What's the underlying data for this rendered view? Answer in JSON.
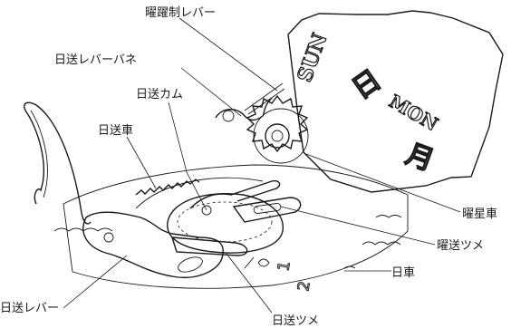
{
  "labels": {
    "day_lever": "曜躍制レバー",
    "date_lever_spring": "日送レバーバネ",
    "date_cam": "日送カム",
    "date_wheel_drive": "日送車",
    "day_star_wheel": "曜星車",
    "day_pawl": "曜送ツメ",
    "date_disc": "日車",
    "date_lever": "日送レバー",
    "date_pawl": "日送ツメ"
  },
  "disc_text": {
    "sun_en": "SUN",
    "sun_kanji": "日",
    "mon_en": "MON",
    "mon_kanji": "月",
    "date_2": "2",
    "date_1": "1"
  }
}
